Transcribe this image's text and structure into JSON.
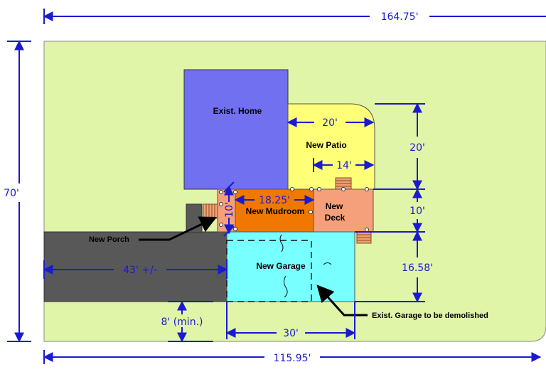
{
  "dimensions": {
    "top_width": "164.75'",
    "left_height": "70'",
    "bottom_width": "115.95'",
    "patio_width": "20'",
    "patio_inner": "14'",
    "patio_height": "20'",
    "deck_height": "10'",
    "garage_height": "16.58'",
    "mudroom_width": "18.25'",
    "porch_depth": "10'",
    "driveway_length": "43' +/-",
    "setback": "8' (min.)",
    "garage_width": "30'"
  },
  "labels": {
    "existing_home": "Exist. Home",
    "new_patio": "New Patio",
    "new_mudroom": "New Mudroom",
    "new_deck_1": "New",
    "new_deck_2": "Deck",
    "new_garage": "New Garage",
    "new_porch": "New Porch",
    "exist_garage": "Exist. Garage to be demolished"
  },
  "colors": {
    "lot": "#e0f5a8",
    "home": "#7070f0",
    "patio": "#ffff78",
    "mudroom": "#f07800",
    "deck": "#f5a07a",
    "garage": "#78ffff",
    "driveway": "#585858",
    "dimension": "#1a1ad0"
  }
}
